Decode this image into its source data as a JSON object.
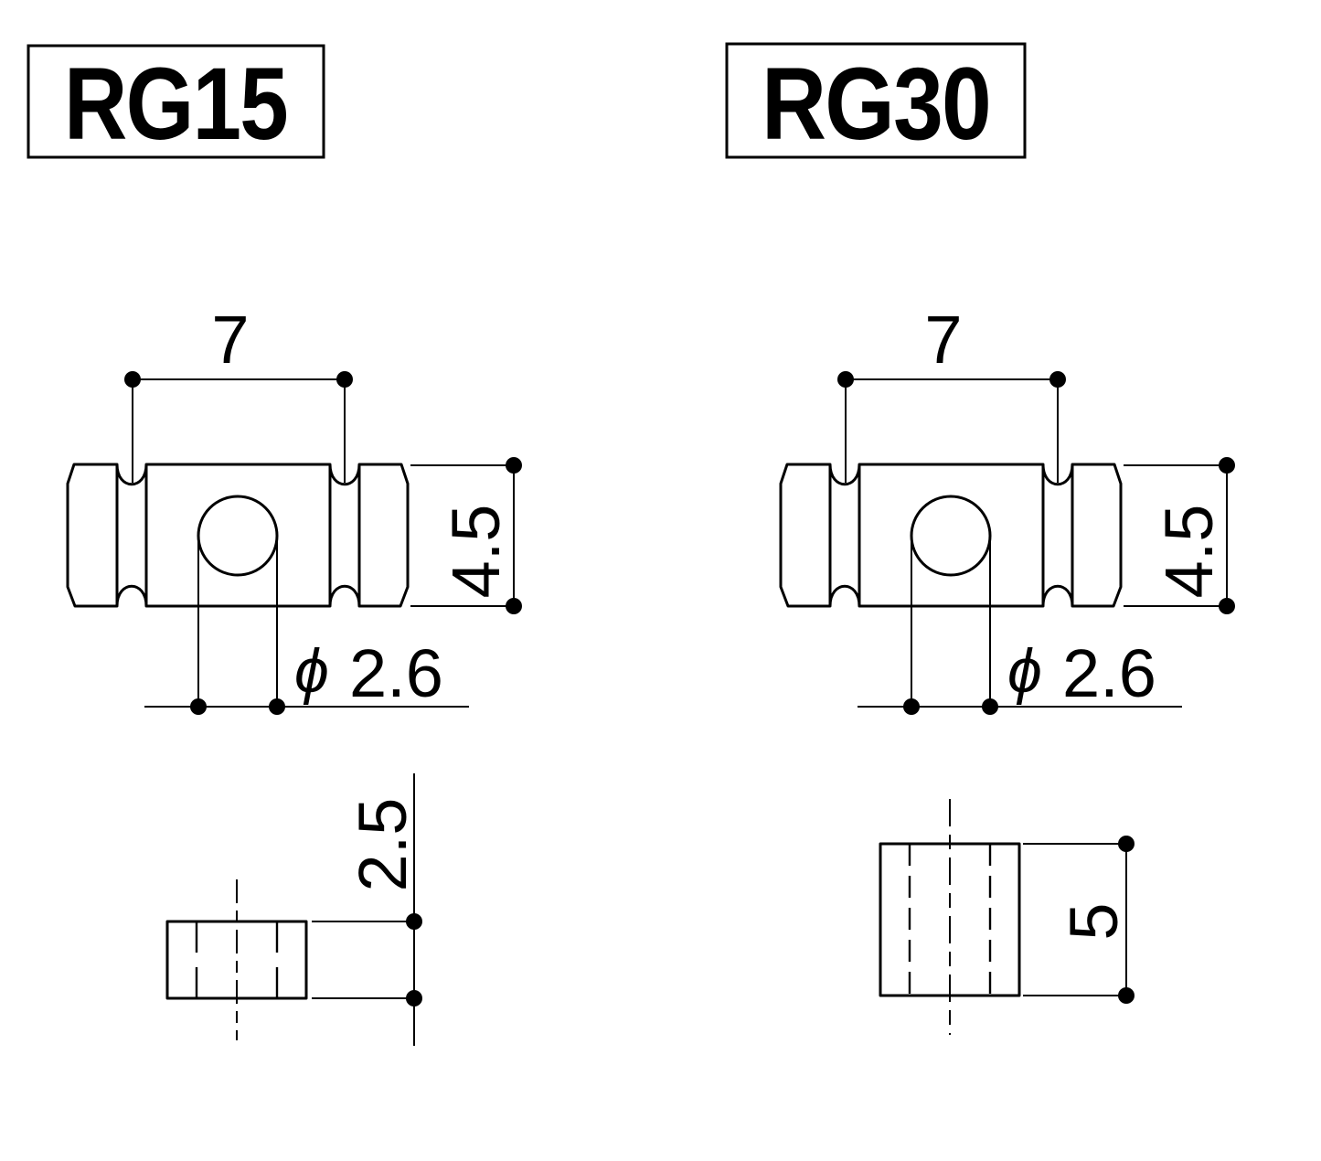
{
  "page": {
    "background_color": "#ffffff",
    "line_color": "#000000"
  },
  "drawings": [
    {
      "model": "RG15",
      "front": {
        "post_spacing": "7",
        "body_height": "4.5",
        "hole_symbol": "ϕ",
        "hole_diameter": "2.6"
      },
      "side": {
        "thickness": "2.5"
      }
    },
    {
      "model": "RG30",
      "front": {
        "post_spacing": "7",
        "body_height": "4.5",
        "hole_symbol": "ϕ",
        "hole_diameter": "2.6"
      },
      "side": {
        "thickness": "5"
      }
    }
  ]
}
